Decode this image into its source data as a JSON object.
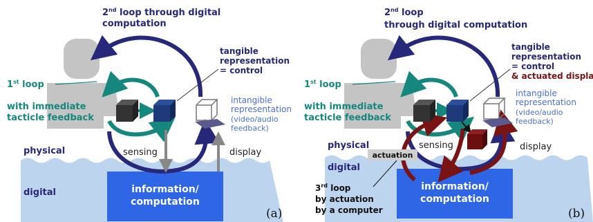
{
  "panel_a": {
    "loop2_sup": "nd",
    "loop2_line1_pre": "2",
    "loop2_line1_post": " loop through digital",
    "loop2_line2": "computation",
    "loop1_pre": "1",
    "loop1_sup": "st",
    "loop1_post": " loop",
    "feedback_line1": "with immediate",
    "feedback_line2": "tacticle feedback",
    "tangible_line1": "tangible",
    "tangible_line2": "representation",
    "tangible_line3": "= control",
    "intangible_line1": "intangible",
    "intangible_line2": "representation",
    "intangible_line3": "(video/audio",
    "intangible_line4": "feedback)",
    "physical": "physical",
    "digital": "digital",
    "sensing": "sensing",
    "display": "display",
    "info_line1": "information/",
    "info_line2": "computation",
    "panel_label": "(a)"
  },
  "panel_b": {
    "loop2_pre": "2",
    "loop2_sup": "nd",
    "loop2_line1_post": " loop",
    "loop2_line2": "through digital computation",
    "loop1_pre": "1",
    "loop1_sup": "st",
    "loop1_post": " loop",
    "feedback_line1": "with immediate",
    "feedback_line2": "tacticle feedback",
    "tangible_line1": "tangible",
    "tangible_line2": "representation",
    "tangible_line3": "= control",
    "tangible_line4": "& actuated display",
    "intangible_line1": "intangible",
    "intangible_line2": "representation",
    "intangible_line3": "(video/audio",
    "intangible_line4": "feedback)",
    "physical": "physical",
    "digital": "digital",
    "sensing": "sensing",
    "display": "display",
    "actuation": "actuation",
    "loop3_pre": "3",
    "loop3_sup": "rd",
    "loop3_post": " loop",
    "loop3_line2": "by actuation",
    "loop3_line3": "by a computer",
    "info_line1": "information/",
    "info_line2": "computation",
    "panel_label": "(b)"
  }
}
